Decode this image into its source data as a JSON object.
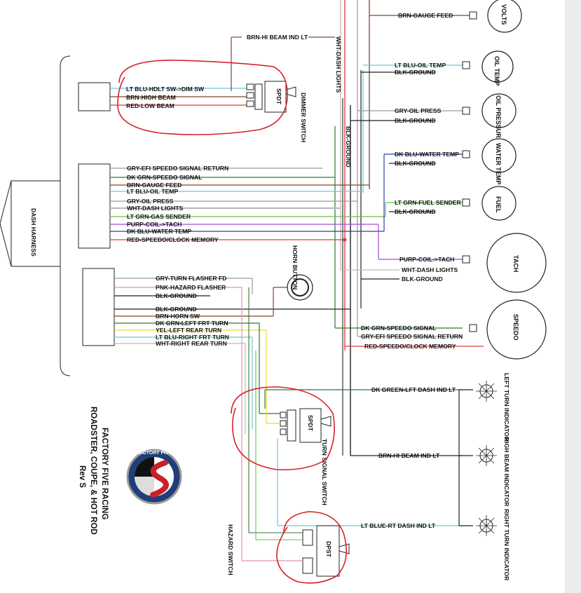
{
  "colors": {
    "brown": "#7a4a2a",
    "lt_blue": "#6fc6d6",
    "red": "#d93a3a",
    "gray": "#9a9a9a",
    "dk_green": "#2f7a33",
    "lt_green": "#66c24f",
    "purple": "#a04fc9",
    "dk_blue": "#2d3fa6",
    "black": "#222222",
    "white_wire": "#bbbbbb",
    "pink": "#e58fb8",
    "yellow": "#e8dd3a",
    "markup_red": "#d8232a"
  },
  "dimmer_switch": {
    "label": "DIMMER SWITCH",
    "part": "SPDT",
    "hi_beam_ind": "BRN-HI BEAM IND LT",
    "wires": [
      "LT BLU-HDLT SW->DIM SW",
      "BRN-HIGH BEAM",
      "RED-LOW BEAM"
    ]
  },
  "dash_harness": {
    "label": "DASH HARNESS",
    "wires_mid": [
      "GRY-EFI SPEEDO SIGNAL RETURN",
      "DK GRN-SPEEDO SIGNAL",
      "BRN-GAUGE FEED",
      "LT BLU-OIL TEMP",
      "GRY-OIL PRESS",
      "WHT-DASH LIGHTS",
      "LT GRN-GAS SENDER",
      "PURP-COIL->TACH",
      "DK BLU-WATER TEMP",
      "RED-SPEEDO/CLOCK MEMORY"
    ],
    "wires_low": [
      "GRY-TURN FLASHER FD",
      "PNK-HAZARD FLASHER",
      "BLK-GROUND",
      "BLK-GROUND",
      "BRN-HORN SW",
      "DK GRN-LEFT FRT TURN",
      "YEL-LEFT REAR TURN",
      "LT BLU-RIGHT FRT TURN",
      "WHT-RIGHT REAR TURN"
    ]
  },
  "bus": {
    "wht_dash_lights": "WHT-DASH LIGHTS",
    "blk_ground": "BLK-GROUND"
  },
  "horn": {
    "label": "HORN BUTTON"
  },
  "gauges": {
    "volts": {
      "name": "VOLTS",
      "wires": [
        "BRN-GAUGE FEED"
      ]
    },
    "oil_temp": {
      "name": "OIL TEMP",
      "wires": [
        "LT BLU-OIL TEMP",
        "BLK-GROUND"
      ]
    },
    "oil_pressure": {
      "name": "OIL PRESSURE",
      "wires": [
        "GRY-OIL PRESS",
        "BLK-GROUND"
      ]
    },
    "water_temp": {
      "name": "WATER TEMP",
      "wires": [
        "DK BLU-WATER TEMP",
        "BLK-GROUND"
      ]
    },
    "fuel": {
      "name": "FUEL",
      "wires": [
        "LT GRN-FUEL SENDER",
        "BLK-GROUND"
      ]
    },
    "tach": {
      "name": "TACH",
      "wires": [
        "PURP-COIL->TACH",
        "WHT-DASH LIGHTS",
        "BLK-GROUND"
      ]
    },
    "speedo": {
      "name": "SPEEDO",
      "wires": [
        "DK GRN-SPEEDO SIGNAL",
        "GRY-EFI SPEEDO SIGNAL RETURN",
        "RED-SPEEDO/CLOCK MEMORY"
      ]
    }
  },
  "turn_signal_switch": {
    "label": "TURN SIGNAL SWITCH",
    "part": "SPDT"
  },
  "hazard_switch": {
    "label": "HAZARD SWITCH",
    "part": "DPST"
  },
  "indicators": {
    "left": {
      "label": "LEFT TURN INDICATOR",
      "wire": "DK GREEN-LFT DASH IND LT"
    },
    "high": {
      "label": "HIGH BEAM INDICATOR",
      "wire": "BRN-HI BEAM IND LT"
    },
    "right": {
      "label": "RIGHT TURN INDICATOR",
      "wire": "LT BLUE-RT DASH IND LT"
    }
  },
  "title_block": {
    "line1": "FACTORY FIVE RACING",
    "line2": "ROADSTER, COUPE, & HOT ROD",
    "line3": "Rev S",
    "logo_text": "FACTORY FIVE"
  }
}
